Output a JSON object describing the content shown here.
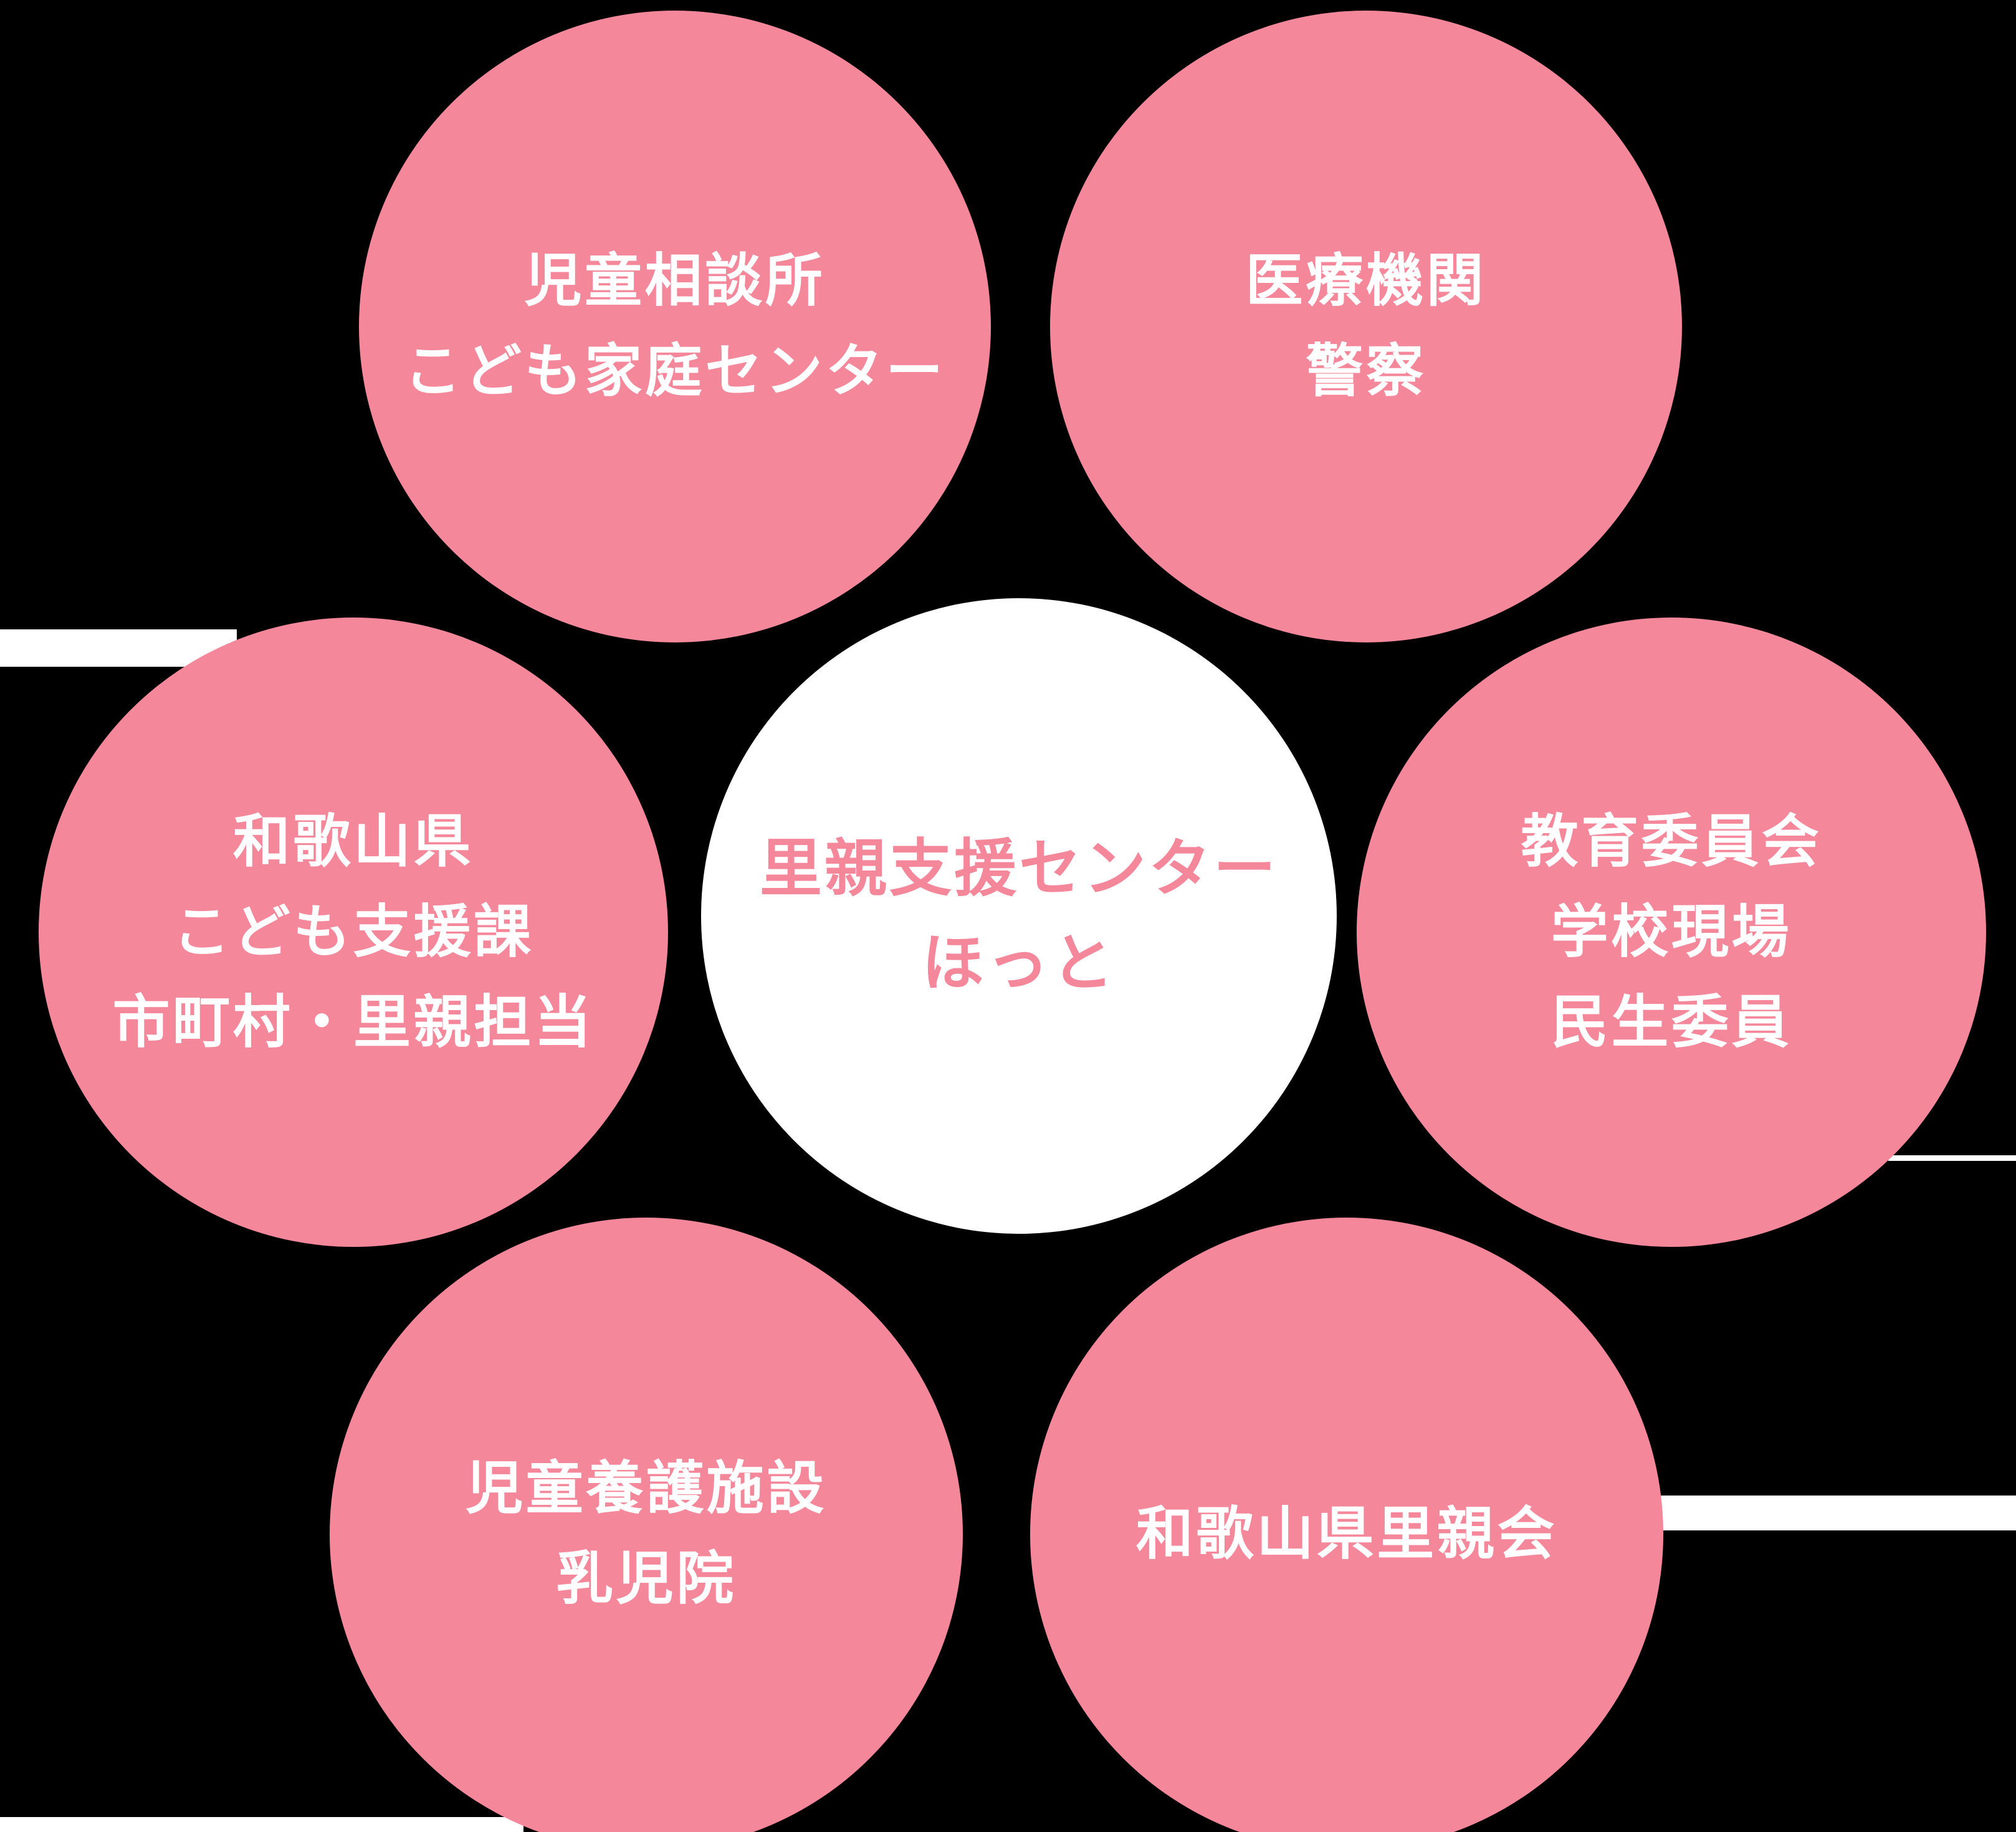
{
  "diagram_name": "foster-care-support-network",
  "colors": {
    "circle_pink": "#F5879B",
    "satellite_text": "#FFFFFF",
    "center_circle_bg": "#FFFFFF",
    "center_text_pink": "#F5879B",
    "background": "#000000",
    "edge_strip_white": "#FFFFFF"
  },
  "center": {
    "lines": [
      "里親支援センター",
      "ほっと"
    ]
  },
  "satellites": [
    {
      "position": "top-left",
      "lines": [
        "児童相談所",
        "こども家庭センター"
      ]
    },
    {
      "position": "top-right",
      "lines": [
        "医療機関",
        "警察"
      ]
    },
    {
      "position": "middle-left",
      "lines": [
        "和歌山県",
        "こども支援課",
        "市町村・里親担当"
      ]
    },
    {
      "position": "middle-right",
      "lines": [
        "教育委員会",
        "学校現場",
        "民生委員"
      ]
    },
    {
      "position": "bottom-left",
      "lines": [
        "児童養護施設",
        "乳児院"
      ]
    },
    {
      "position": "bottom-right",
      "lines": [
        "和歌山県里親会"
      ]
    }
  ]
}
